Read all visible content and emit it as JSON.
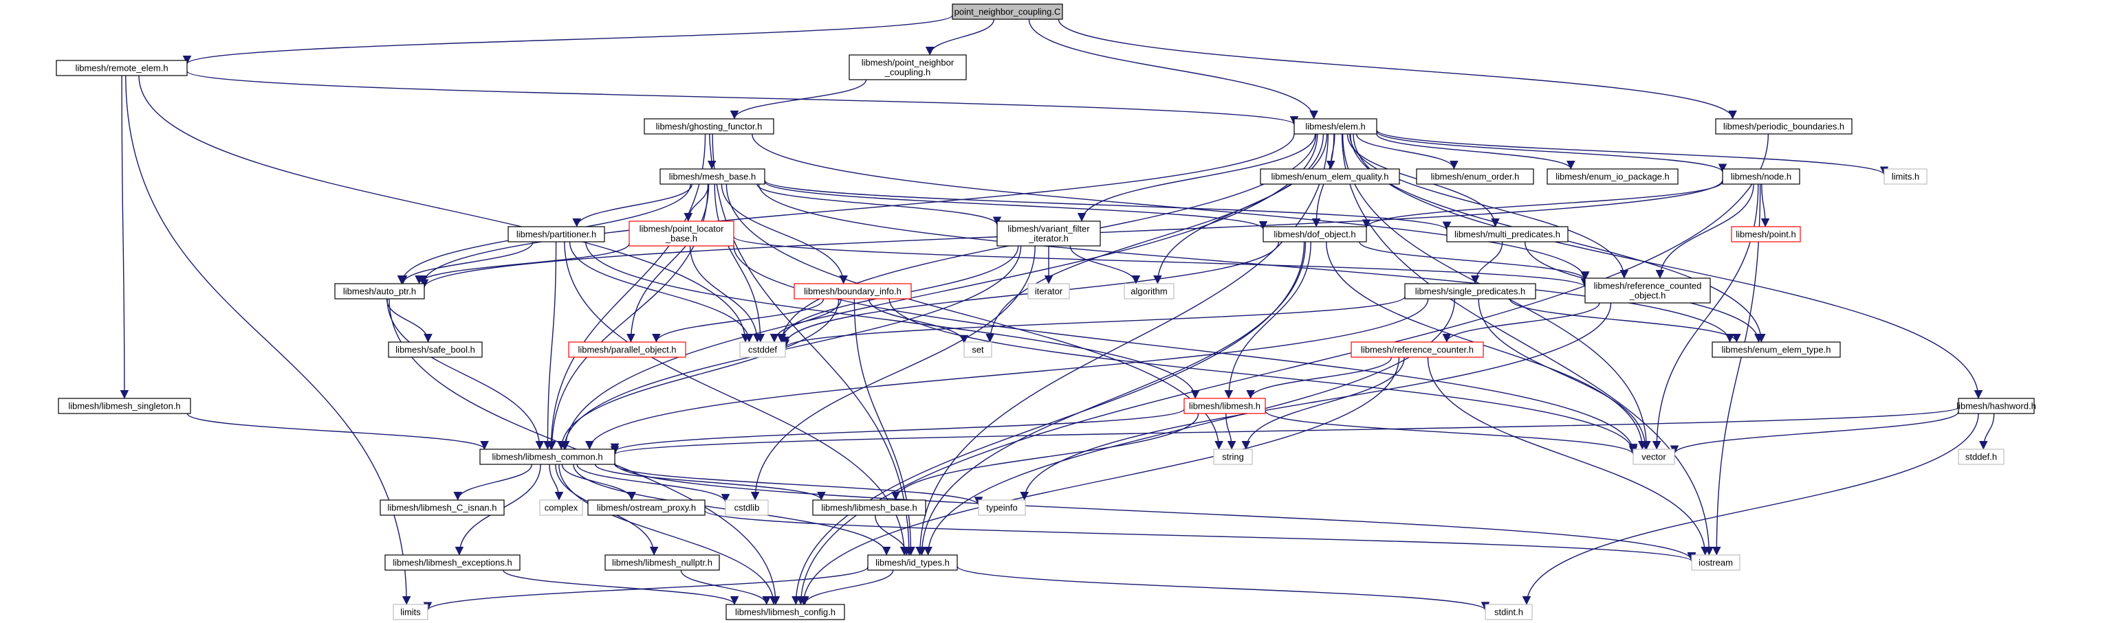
{
  "diagram": {
    "type": "include-dependency-graph",
    "colors": {
      "edge": "#191970",
      "root_fill": "#bfbfbf",
      "node_fill": "#ffffff",
      "node_border": "#000000",
      "missing_border": "#ff0000",
      "external_border": "#bfbfbf",
      "external_text": "#444444"
    },
    "nodes": {
      "root": {
        "lines": [
          "point_neighbor_coupling.C"
        ],
        "kind": "root"
      },
      "remote_elem": {
        "lines": [
          "libmesh/remote_elem.h"
        ],
        "kind": "file"
      },
      "pnc_h": {
        "lines": [
          "libmesh/point_neighbor",
          "_coupling.h"
        ],
        "kind": "file"
      },
      "ghosting": {
        "lines": [
          "libmesh/ghosting_functor.h"
        ],
        "kind": "file"
      },
      "elem": {
        "lines": [
          "libmesh/elem.h"
        ],
        "kind": "file"
      },
      "periodic": {
        "lines": [
          "libmesh/periodic_boundaries.h"
        ],
        "kind": "file"
      },
      "mesh_base": {
        "lines": [
          "libmesh/mesh_base.h"
        ],
        "kind": "file"
      },
      "enum_elem_quality": {
        "lines": [
          "libmesh/enum_elem_quality.h"
        ],
        "kind": "file"
      },
      "enum_order": {
        "lines": [
          "libmesh/enum_order.h"
        ],
        "kind": "file"
      },
      "enum_io_package": {
        "lines": [
          "libmesh/enum_io_package.h"
        ],
        "kind": "file"
      },
      "node_h": {
        "lines": [
          "libmesh/node.h"
        ],
        "kind": "file"
      },
      "limits_h": {
        "lines": [
          "limits.h"
        ],
        "kind": "external"
      },
      "partitioner": {
        "lines": [
          "libmesh/partitioner.h"
        ],
        "kind": "file"
      },
      "point_locator": {
        "lines": [
          "libmesh/point_locator",
          "_base.h"
        ],
        "kind": "missing"
      },
      "variant_filter": {
        "lines": [
          "libmesh/variant_filter",
          "_iterator.h"
        ],
        "kind": "file"
      },
      "dof_object": {
        "lines": [
          "libmesh/dof_object.h"
        ],
        "kind": "file"
      },
      "multi_predicates": {
        "lines": [
          "libmesh/multi_predicates.h"
        ],
        "kind": "file"
      },
      "point_h": {
        "lines": [
          "libmesh/point.h"
        ],
        "kind": "missing"
      },
      "auto_ptr": {
        "lines": [
          "libmesh/auto_ptr.h"
        ],
        "kind": "file"
      },
      "boundary_info": {
        "lines": [
          "libmesh/boundary_info.h"
        ],
        "kind": "missing"
      },
      "iterator": {
        "lines": [
          "iterator"
        ],
        "kind": "external"
      },
      "algorithm": {
        "lines": [
          "algorithm"
        ],
        "kind": "external"
      },
      "single_predicates": {
        "lines": [
          "libmesh/single_predicates.h"
        ],
        "kind": "file"
      },
      "ref_counted": {
        "lines": [
          "libmesh/reference_counted",
          "_object.h"
        ],
        "kind": "file"
      },
      "safe_bool": {
        "lines": [
          "libmesh/safe_bool.h"
        ],
        "kind": "file"
      },
      "parallel_object": {
        "lines": [
          "libmesh/parallel_object.h"
        ],
        "kind": "missing"
      },
      "cstddef": {
        "lines": [
          "cstddef"
        ],
        "kind": "external"
      },
      "set": {
        "lines": [
          "set"
        ],
        "kind": "external"
      },
      "ref_counter": {
        "lines": [
          "libmesh/reference_counter.h"
        ],
        "kind": "missing"
      },
      "enum_elem_type": {
        "lines": [
          "libmesh/enum_elem_type.h"
        ],
        "kind": "file"
      },
      "singleton": {
        "lines": [
          "libmesh/libmesh_singleton.h"
        ],
        "kind": "file"
      },
      "libmesh_h": {
        "lines": [
          "libmesh/libmesh.h"
        ],
        "kind": "missing"
      },
      "hashword": {
        "lines": [
          "libmesh/hashword.h"
        ],
        "kind": "file"
      },
      "common": {
        "lines": [
          "libmesh/libmesh_common.h"
        ],
        "kind": "file"
      },
      "string": {
        "lines": [
          "string"
        ],
        "kind": "external"
      },
      "vector": {
        "lines": [
          "vector"
        ],
        "kind": "external"
      },
      "stddef_h": {
        "lines": [
          "stddef.h"
        ],
        "kind": "external"
      },
      "c_isnan": {
        "lines": [
          "libmesh/libmesh_C_isnan.h"
        ],
        "kind": "file"
      },
      "complex": {
        "lines": [
          "complex"
        ],
        "kind": "external"
      },
      "ostream_proxy": {
        "lines": [
          "libmesh/ostream_proxy.h"
        ],
        "kind": "file"
      },
      "cstdlib": {
        "lines": [
          "cstdlib"
        ],
        "kind": "external"
      },
      "libmesh_base": {
        "lines": [
          "libmesh/libmesh_base.h"
        ],
        "kind": "file"
      },
      "typeinfo": {
        "lines": [
          "typeinfo"
        ],
        "kind": "external"
      },
      "exceptions": {
        "lines": [
          "libmesh/libmesh_exceptions.h"
        ],
        "kind": "file"
      },
      "nullptr_h": {
        "lines": [
          "libmesh/libmesh_nullptr.h"
        ],
        "kind": "file"
      },
      "id_types": {
        "lines": [
          "libmesh/id_types.h"
        ],
        "kind": "file"
      },
      "iostream": {
        "lines": [
          "iostream"
        ],
        "kind": "external"
      },
      "limits": {
        "lines": [
          "limits"
        ],
        "kind": "external"
      },
      "config": {
        "lines": [
          "libmesh/libmesh_config.h"
        ],
        "kind": "file"
      },
      "stdint_h": {
        "lines": [
          "stdint.h"
        ],
        "kind": "external"
      }
    },
    "edges": [
      [
        "root",
        "remote_elem"
      ],
      [
        "root",
        "pnc_h"
      ],
      [
        "root",
        "elem"
      ],
      [
        "root",
        "periodic"
      ],
      [
        "remote_elem",
        "elem"
      ],
      [
        "remote_elem",
        "singleton"
      ],
      [
        "remote_elem",
        "cstddef"
      ],
      [
        "remote_elem",
        "limits"
      ],
      [
        "pnc_h",
        "ghosting"
      ],
      [
        "ghosting",
        "mesh_base"
      ],
      [
        "ghosting",
        "common"
      ],
      [
        "ghosting",
        "ref_counted"
      ],
      [
        "ghosting",
        "id_types"
      ],
      [
        "periodic",
        "config"
      ],
      [
        "elem",
        "common"
      ],
      [
        "elem",
        "auto_ptr"
      ],
      [
        "elem",
        "cstddef"
      ],
      [
        "elem",
        "set"
      ],
      [
        "elem",
        "variant_filter"
      ],
      [
        "elem",
        "algorithm"
      ],
      [
        "elem",
        "id_types"
      ],
      [
        "elem",
        "dof_object"
      ],
      [
        "elem",
        "enum_elem_quality"
      ],
      [
        "elem",
        "enum_order"
      ],
      [
        "elem",
        "enum_io_package"
      ],
      [
        "elem",
        "node_h"
      ],
      [
        "elem",
        "limits_h"
      ],
      [
        "elem",
        "hashword"
      ],
      [
        "elem",
        "multi_predicates"
      ],
      [
        "elem",
        "ref_counted"
      ],
      [
        "elem",
        "enum_elem_type"
      ],
      [
        "elem",
        "vector"
      ],
      [
        "elem",
        "iostream"
      ],
      [
        "mesh_base",
        "auto_ptr"
      ],
      [
        "mesh_base",
        "common"
      ],
      [
        "mesh_base",
        "partitioner"
      ],
      [
        "mesh_base",
        "point_locator"
      ],
      [
        "mesh_base",
        "variant_filter"
      ],
      [
        "mesh_base",
        "boundary_info"
      ],
      [
        "mesh_base",
        "dof_object"
      ],
      [
        "mesh_base",
        "multi_predicates"
      ],
      [
        "mesh_base",
        "parallel_object"
      ],
      [
        "mesh_base",
        "cstddef"
      ],
      [
        "mesh_base",
        "string"
      ],
      [
        "mesh_base",
        "enum_elem_type"
      ],
      [
        "node_h",
        "dof_object"
      ],
      [
        "node_h",
        "point_h"
      ],
      [
        "node_h",
        "ref_counted"
      ],
      [
        "node_h",
        "auto_ptr"
      ],
      [
        "node_h",
        "iostream"
      ],
      [
        "node_h",
        "vector"
      ],
      [
        "partitioner",
        "auto_ptr"
      ],
      [
        "partitioner",
        "cstddef"
      ],
      [
        "partitioner",
        "common"
      ],
      [
        "partitioner",
        "id_types"
      ],
      [
        "partitioner",
        "libmesh_h"
      ],
      [
        "point_locator",
        "ref_counted"
      ],
      [
        "point_locator",
        "auto_ptr"
      ],
      [
        "point_locator",
        "cstddef"
      ],
      [
        "point_locator",
        "vector"
      ],
      [
        "variant_filter",
        "iterator"
      ],
      [
        "variant_filter",
        "algorithm"
      ],
      [
        "variant_filter",
        "cstddef"
      ],
      [
        "variant_filter",
        "cstdlib"
      ],
      [
        "variant_filter",
        "common"
      ],
      [
        "dof_object",
        "ref_counted"
      ],
      [
        "dof_object",
        "libmesh_h"
      ],
      [
        "dof_object",
        "id_types"
      ],
      [
        "dof_object",
        "vector"
      ],
      [
        "dof_object",
        "cstddef"
      ],
      [
        "dof_object",
        "config"
      ],
      [
        "multi_predicates",
        "single_predicates"
      ],
      [
        "multi_predicates",
        "enum_elem_type"
      ],
      [
        "auto_ptr",
        "safe_bool"
      ],
      [
        "auto_ptr",
        "common"
      ],
      [
        "auto_ptr",
        "config"
      ],
      [
        "boundary_info",
        "common"
      ],
      [
        "boundary_info",
        "id_types"
      ],
      [
        "boundary_info",
        "set"
      ],
      [
        "boundary_info",
        "vector"
      ],
      [
        "boundary_info",
        "cstddef"
      ],
      [
        "boundary_info",
        "parallel_object"
      ],
      [
        "single_predicates",
        "cstddef"
      ],
      [
        "single_predicates",
        "common"
      ],
      [
        "single_predicates",
        "enum_elem_type"
      ],
      [
        "single_predicates",
        "id_types"
      ],
      [
        "single_predicates",
        "vector"
      ],
      [
        "ref_counted",
        "ref_counter"
      ],
      [
        "ref_counted",
        "typeinfo"
      ],
      [
        "ref_counter",
        "libmesh_h"
      ],
      [
        "ref_counter",
        "string"
      ],
      [
        "ref_counter",
        "iostream"
      ],
      [
        "ref_counter",
        "config"
      ],
      [
        "singleton",
        "common"
      ],
      [
        "libmesh_h",
        "common"
      ],
      [
        "libmesh_h",
        "string"
      ],
      [
        "libmesh_h",
        "vector"
      ],
      [
        "libmesh_h",
        "libmesh_base"
      ],
      [
        "hashword",
        "common"
      ],
      [
        "hashword",
        "vector"
      ],
      [
        "hashword",
        "stddef_h"
      ],
      [
        "hashword",
        "stdint_h"
      ],
      [
        "common",
        "config"
      ],
      [
        "common",
        "c_isnan"
      ],
      [
        "common",
        "complex"
      ],
      [
        "common",
        "ostream_proxy"
      ],
      [
        "common",
        "cstdlib"
      ],
      [
        "common",
        "libmesh_base"
      ],
      [
        "common",
        "typeinfo"
      ],
      [
        "common",
        "exceptions"
      ],
      [
        "common",
        "nullptr_h"
      ],
      [
        "common",
        "id_types"
      ],
      [
        "common",
        "iostream"
      ],
      [
        "ostream_proxy",
        "iostream"
      ],
      [
        "libmesh_base",
        "id_types"
      ],
      [
        "exceptions",
        "config"
      ],
      [
        "nullptr_h",
        "config"
      ],
      [
        "id_types",
        "config"
      ],
      [
        "id_types",
        "limits"
      ],
      [
        "id_types",
        "stdint_h"
      ]
    ]
  }
}
